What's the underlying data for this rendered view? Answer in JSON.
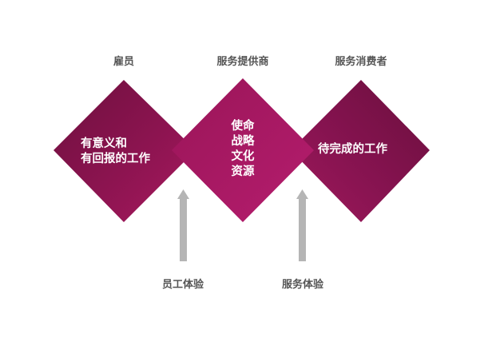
{
  "labels": {
    "top_left": "雇员",
    "top_center": "服务提供商",
    "top_right": "服务消费者",
    "bottom_left": "员工体验",
    "bottom_right": "服务体验"
  },
  "diamonds": {
    "left_line1": "有意义和",
    "left_line2": "有回报的工作",
    "center_text": "使命战略文化资源",
    "right_text": "待完成的工作"
  },
  "colors": {
    "left_dark": "#7a1145",
    "left_light": "#a8185f",
    "center_dark": "#8a1250",
    "center_light": "#b01c6c",
    "right_dark": "#6c1040",
    "right_light": "#a1195d",
    "arrow": "#b5b5b5",
    "text_gray": "#555555"
  }
}
